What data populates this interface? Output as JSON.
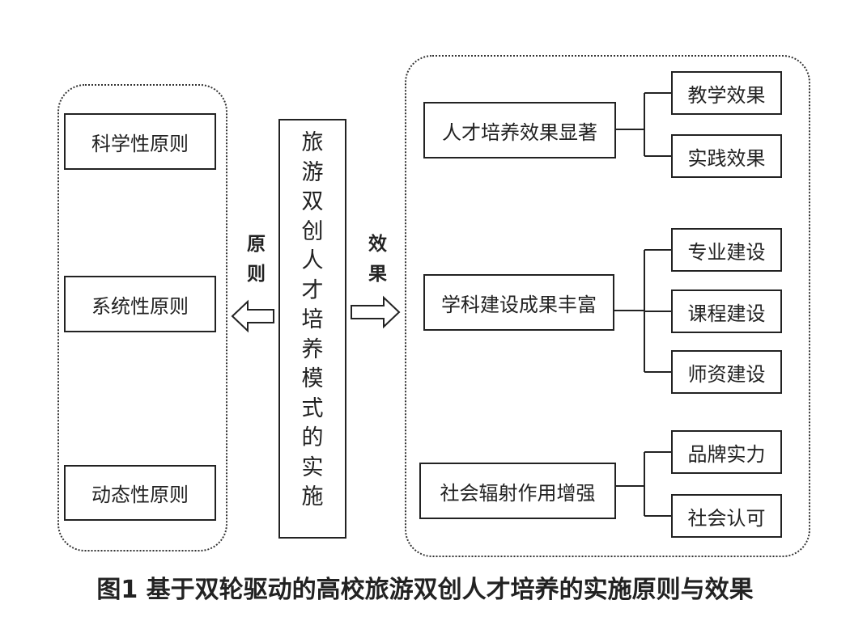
{
  "center": {
    "label": "旅游双创人才培养模式的实施"
  },
  "principles": {
    "label": "原则",
    "items": [
      "科学性原则",
      "系统性原则",
      "动态性原则"
    ]
  },
  "effects": {
    "label": "效果",
    "groups": [
      {
        "label": "人才培养效果显著",
        "children": [
          "教学效果",
          "实践效果"
        ]
      },
      {
        "label": "学科建设成果丰富",
        "children": [
          "专业建设",
          "课程建设",
          "师资建设"
        ]
      },
      {
        "label": "社会辐射作用增强",
        "children": [
          "品牌实力",
          "社会认可"
        ]
      }
    ]
  },
  "caption": "图1 基于双轮驱动的高校旅游双创人才培养的实施原则与效果"
}
